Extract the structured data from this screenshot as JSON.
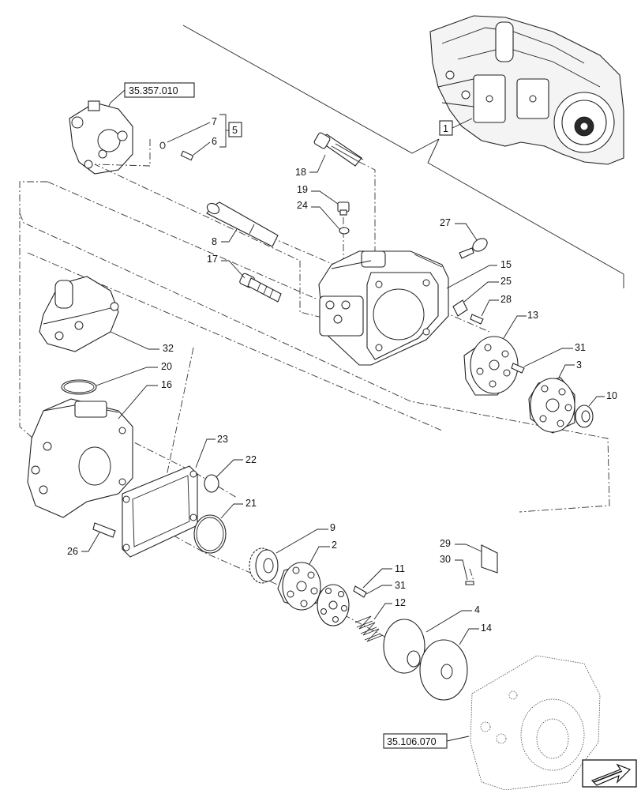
{
  "callouts": {
    "c1": "1",
    "c2": "2",
    "c3": "3",
    "c4": "4",
    "c5": "5",
    "c6": "6",
    "c7": "7",
    "c8": "8",
    "c9": "9",
    "c10": "10",
    "c11": "11",
    "c12": "12",
    "c13": "13",
    "c14": "14",
    "c15": "15",
    "c16": "16",
    "c17": "17",
    "c18": "18",
    "c19": "19",
    "c20": "20",
    "c21": "21",
    "c22": "22",
    "c23": "23",
    "c24": "24",
    "c25": "25",
    "c26": "26",
    "c27": "27",
    "c28": "28",
    "c29": "29",
    "c30": "30",
    "c31a": "31",
    "c31b": "31",
    "c32": "32"
  },
  "refs": {
    "top_left": "35.357.010",
    "bottom_right": "35.106.070"
  },
  "nav": {
    "arrow_icon": "next-page-arrow-icon"
  }
}
